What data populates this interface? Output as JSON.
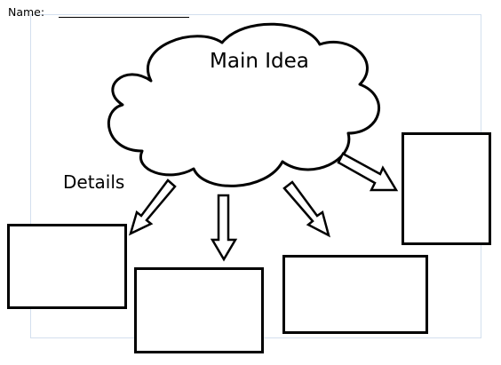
{
  "header": {
    "name_label": "Name:"
  },
  "diagram": {
    "main_label": "Main Idea",
    "details_label": "Details"
  },
  "colors": {
    "stroke": "#000000",
    "fill": "#ffffff",
    "page_border": "#d3dfee"
  },
  "icons": [
    "cloud-shape",
    "arrow-down-left-icon",
    "arrow-down-icon",
    "arrow-down-right-icon",
    "arrow-right-down-icon"
  ]
}
